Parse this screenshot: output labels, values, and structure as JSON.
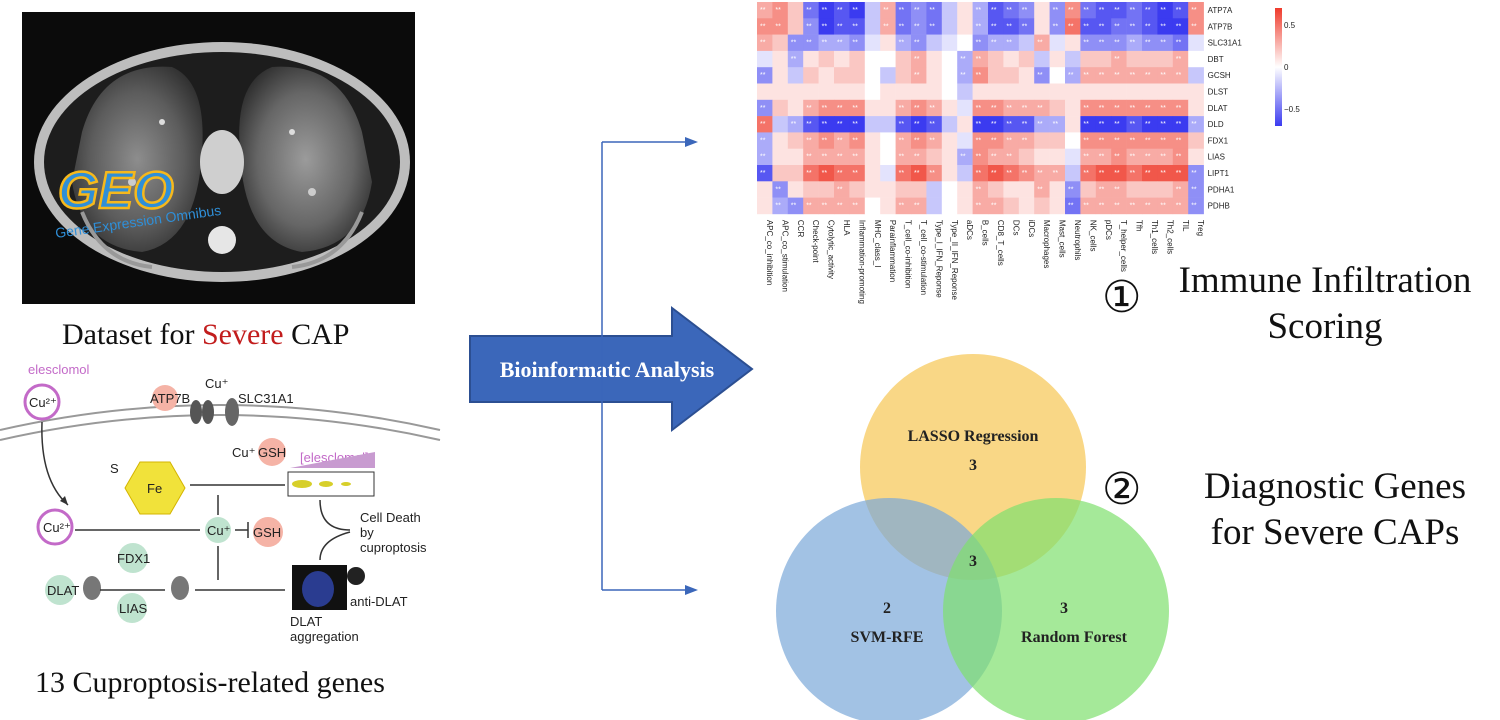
{
  "left_panel": {
    "geo_logo_text": "GEO",
    "geo_logo_subtitle": "Gene Expression Omnibus",
    "dataset_caption_pre": "Dataset for ",
    "dataset_caption_highlight": "Severe",
    "dataset_caption_post": " CAP",
    "genes_caption": "13  Cuproptosis-related genes",
    "highlight_color": "#c21d1d"
  },
  "cuproptosis_diagram": {
    "elesclomol": "elesclomol",
    "cu2_top": "Cu²⁺",
    "cu_plus_top": "Cu⁺",
    "atp7b": "ATP7B",
    "slc31a1": "SLC31A1",
    "cu_plus_gsh": "Cu⁺",
    "gsh1": "GSH",
    "elesclomol_bracket": "[elesclomol]",
    "fe": "Fe",
    "s": "S",
    "cu2_mid": "Cu²⁺",
    "cu_plus_mid": "Cu⁺",
    "gsh2": "GSH",
    "fdx1": "FDX1",
    "dlat": "DLAT",
    "lias": "LIAS",
    "cell_death": "Cell Death",
    "by": "by",
    "cuproptosis": "cuproptosis",
    "anti_dlat": "anti-DLAT",
    "dlat_agg1": "DLAT",
    "dlat_agg2": "aggregation"
  },
  "arrow": {
    "label": "Bioinformatic Analysis",
    "color": "#3b67ba"
  },
  "section1": {
    "number": "①",
    "title_line1": "Immune Infiltration",
    "title_line2": "Scoring"
  },
  "section2": {
    "number": "②",
    "title_line1": "Diagnostic Genes",
    "title_line2": "for Severe CAPs"
  },
  "venn": {
    "sets": [
      {
        "name": "LASSO Regression",
        "count": "3",
        "color": "#f7c95e"
      },
      {
        "name": "SVM-RFE",
        "count": "2",
        "color": "#7aa8d8"
      },
      {
        "name": "Random Forest",
        "count": "3",
        "color": "#7fe06e"
      }
    ],
    "center_count": "3"
  },
  "chart_data": {
    "type": "heatmap",
    "rows": [
      "ATP7A",
      "ATP7B",
      "SLC31A1",
      "DBT",
      "GCSH",
      "DLST",
      "DLAT",
      "DLD",
      "FDX1",
      "LIAS",
      "LIPT1",
      "PDHA1",
      "PDHB"
    ],
    "columns": [
      "APC_co_inhibition",
      "APC_co_stimulation",
      "CCR",
      "Check-point",
      "Cytolytic_activity",
      "HLA",
      "Inflammation-promoting",
      "MHC_class_I",
      "Parainflammation",
      "T_cell_co-inhibition",
      "T_cell_co-stimulation",
      "Type_I_IFN_Reponse",
      "Type_II_IFN_Reponse",
      "aDCs",
      "B_cells",
      "CD8_T_cells",
      "DCs",
      "iDCs",
      "Macrophages",
      "Mast_cells",
      "Neutrophils",
      "NK_cells",
      "pDCs",
      "T_helper_cells",
      "Tfh",
      "Th1_cells",
      "Th2_cells",
      "TIL",
      "Treg"
    ],
    "colorbar": {
      "ticks": [
        "0.5",
        "0",
        "−0.5"
      ],
      "range": [
        -0.7,
        0.7
      ]
    },
    "low_color": "#3b3bf0",
    "high_color": "#ef3b2c",
    "star_label": "**",
    "values": [
      [
        0.3,
        0.4,
        0.2,
        -0.5,
        -0.7,
        -0.6,
        -0.7,
        -0.2,
        0.3,
        -0.5,
        -0.4,
        -0.5,
        -0.2,
        0.1,
        -0.3,
        -0.6,
        -0.5,
        -0.4,
        0.1,
        -0.4,
        0.4,
        -0.5,
        -0.6,
        -0.6,
        -0.5,
        -0.6,
        -0.7,
        -0.6,
        0.4
      ],
      [
        0.4,
        0.4,
        0.2,
        -0.4,
        -0.7,
        -0.6,
        -0.6,
        -0.2,
        0.3,
        -0.5,
        -0.4,
        -0.5,
        -0.2,
        0.1,
        -0.3,
        -0.6,
        -0.6,
        -0.5,
        0.1,
        -0.4,
        0.5,
        -0.6,
        -0.6,
        -0.5,
        -0.5,
        -0.6,
        -0.7,
        -0.7,
        0.4
      ],
      [
        0.3,
        0.2,
        -0.4,
        -0.4,
        -0.3,
        -0.3,
        -0.4,
        -0.1,
        0.1,
        -0.3,
        -0.4,
        -0.2,
        -0.1,
        0.0,
        -0.4,
        -0.3,
        -0.3,
        -0.2,
        0.3,
        -0.1,
        0.1,
        -0.4,
        -0.4,
        -0.4,
        -0.3,
        -0.4,
        -0.4,
        -0.5,
        -0.1
      ],
      [
        -0.1,
        0.1,
        -0.3,
        0.1,
        0.2,
        0.1,
        0.2,
        0.0,
        0.0,
        0.2,
        0.3,
        0.1,
        0.0,
        -0.3,
        0.3,
        0.2,
        0.1,
        0.2,
        -0.2,
        0.1,
        -0.2,
        0.2,
        0.2,
        0.3,
        0.2,
        0.2,
        0.2,
        0.3,
        0.0
      ],
      [
        -0.4,
        0.1,
        -0.2,
        0.2,
        0.1,
        0.2,
        0.2,
        0.0,
        -0.2,
        0.2,
        0.3,
        0.1,
        0.0,
        -0.3,
        0.4,
        0.2,
        0.2,
        0.1,
        -0.4,
        0.0,
        -0.3,
        0.3,
        0.3,
        0.3,
        0.3,
        0.3,
        0.3,
        0.3,
        -0.2
      ],
      [
        0.1,
        0.1,
        0.1,
        0.1,
        0.1,
        0.1,
        0.1,
        0.0,
        0.1,
        0.1,
        0.1,
        0.1,
        0.0,
        -0.2,
        0.1,
        0.1,
        0.1,
        0.1,
        0.1,
        0.1,
        0.1,
        0.1,
        0.1,
        0.1,
        0.1,
        0.1,
        0.1,
        0.1,
        0.1
      ],
      [
        -0.4,
        0.2,
        0.1,
        0.3,
        0.4,
        0.4,
        0.4,
        0.1,
        0.1,
        0.3,
        0.4,
        0.3,
        0.1,
        -0.1,
        0.4,
        0.4,
        0.3,
        0.3,
        0.3,
        0.2,
        0.1,
        0.4,
        0.4,
        0.4,
        0.4,
        0.4,
        0.4,
        0.4,
        0.1
      ],
      [
        0.5,
        -0.2,
        -0.3,
        -0.6,
        -0.7,
        -0.7,
        -0.7,
        -0.2,
        -0.2,
        -0.6,
        -0.7,
        -0.6,
        -0.2,
        0.1,
        -0.7,
        -0.7,
        -0.6,
        -0.6,
        -0.3,
        -0.3,
        0.1,
        -0.7,
        -0.7,
        -0.7,
        -0.6,
        -0.7,
        -0.7,
        -0.7,
        -0.3
      ],
      [
        -0.3,
        0.1,
        0.2,
        0.3,
        0.4,
        0.3,
        0.4,
        0.1,
        0.0,
        0.3,
        0.4,
        0.3,
        0.1,
        -0.1,
        0.4,
        0.4,
        0.3,
        0.3,
        0.2,
        0.2,
        0.0,
        0.4,
        0.4,
        0.4,
        0.4,
        0.4,
        0.4,
        0.4,
        0.2
      ],
      [
        -0.3,
        0.1,
        0.1,
        0.3,
        0.3,
        0.3,
        0.3,
        0.1,
        0.0,
        0.3,
        0.3,
        0.2,
        0.1,
        -0.3,
        0.4,
        0.3,
        0.3,
        0.2,
        0.1,
        0.1,
        -0.1,
        0.3,
        0.3,
        0.4,
        0.3,
        0.3,
        0.3,
        0.4,
        0.1
      ],
      [
        -0.6,
        0.2,
        0.2,
        0.5,
        0.6,
        0.5,
        0.5,
        0.1,
        -0.1,
        0.5,
        0.6,
        0.4,
        0.1,
        -0.2,
        0.5,
        0.6,
        0.5,
        0.4,
        0.3,
        0.3,
        -0.2,
        0.5,
        0.6,
        0.6,
        0.5,
        0.6,
        0.6,
        0.6,
        -0.4
      ],
      [
        0.1,
        -0.4,
        0.1,
        0.2,
        0.2,
        0.3,
        0.2,
        0.1,
        0.1,
        0.2,
        0.2,
        -0.2,
        0.0,
        0.1,
        0.3,
        0.2,
        0.1,
        0.1,
        0.3,
        0.1,
        -0.4,
        0.2,
        0.3,
        0.3,
        0.2,
        0.2,
        0.2,
        0.3,
        -0.4
      ],
      [
        0.1,
        -0.3,
        -0.4,
        0.3,
        0.3,
        0.3,
        0.3,
        0.0,
        0.1,
        0.3,
        0.3,
        -0.2,
        0.0,
        0.1,
        0.3,
        0.3,
        0.2,
        0.1,
        0.2,
        0.1,
        -0.5,
        0.3,
        0.3,
        0.3,
        0.3,
        0.3,
        0.3,
        0.3,
        -0.4
      ]
    ]
  }
}
